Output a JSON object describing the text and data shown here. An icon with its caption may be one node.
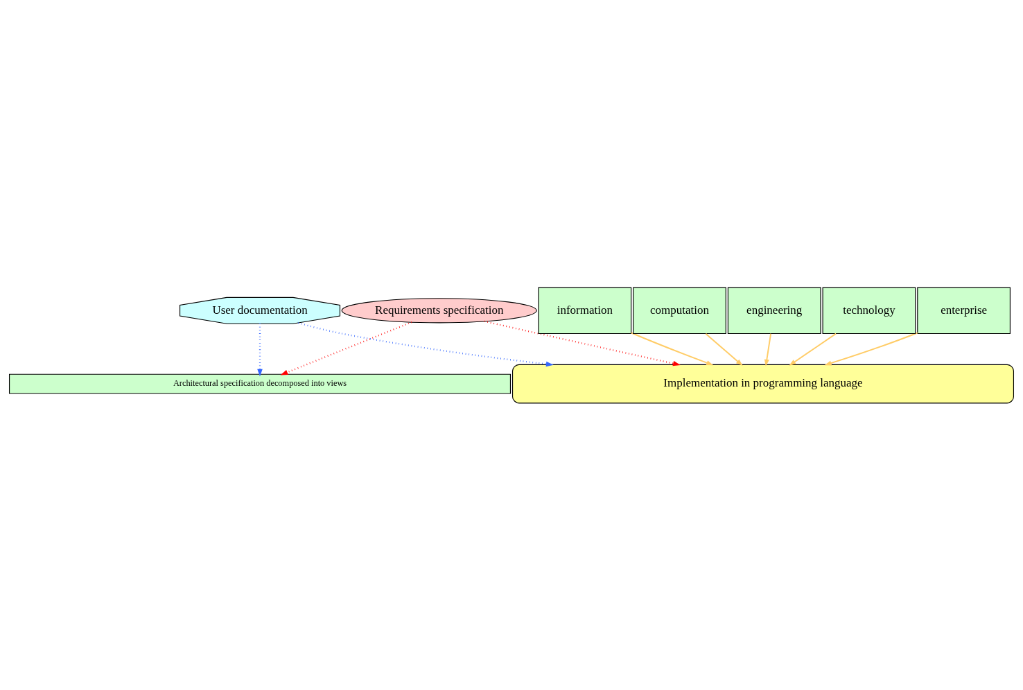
{
  "diagram": {
    "nodes": [
      {
        "text": [
          "Requirements specification"
        ]
      },
      {
        "text": [
          "User documentation"
        ]
      },
      {
        "text": [
          "Architectural specification decomposed into views"
        ]
      },
      {
        "text": [
          "enterprise"
        ]
      },
      {
        "text": [
          "information"
        ]
      },
      {
        "text": [
          "computation"
        ]
      },
      {
        "text": [
          "engineering"
        ]
      },
      {
        "text": [
          "technology"
        ]
      },
      {
        "text": [
          "Implementation in programming language"
        ]
      }
    ],
    "edges": [
      {
        "from": 0,
        "to": 8,
        "arrow": "to",
        "style": "dashed",
        "color": "#ff0000"
      },
      {
        "from": 0,
        "to": 2,
        "arrow": "to",
        "style": "dashed",
        "color": "#ff0000"
      },
      {
        "from": 1,
        "to": 2,
        "arrow": "to",
        "style": "dashed",
        "color": "#3366ff"
      },
      {
        "from": 1,
        "to": 8,
        "arrow": "to",
        "style": "dashed",
        "color": "#3366ff"
      },
      {
        "from": 3,
        "to": 8,
        "arrow": "to"
      },
      {
        "from": 4,
        "to": 8,
        "arrow": "to"
      },
      {
        "from": 5,
        "to": 8,
        "arrow": "to"
      },
      {
        "from": 6,
        "to": 8,
        "arrow": "to"
      },
      {
        "from": 7,
        "to": 8,
        "arrow": "to"
      }
    ]
  }
}
